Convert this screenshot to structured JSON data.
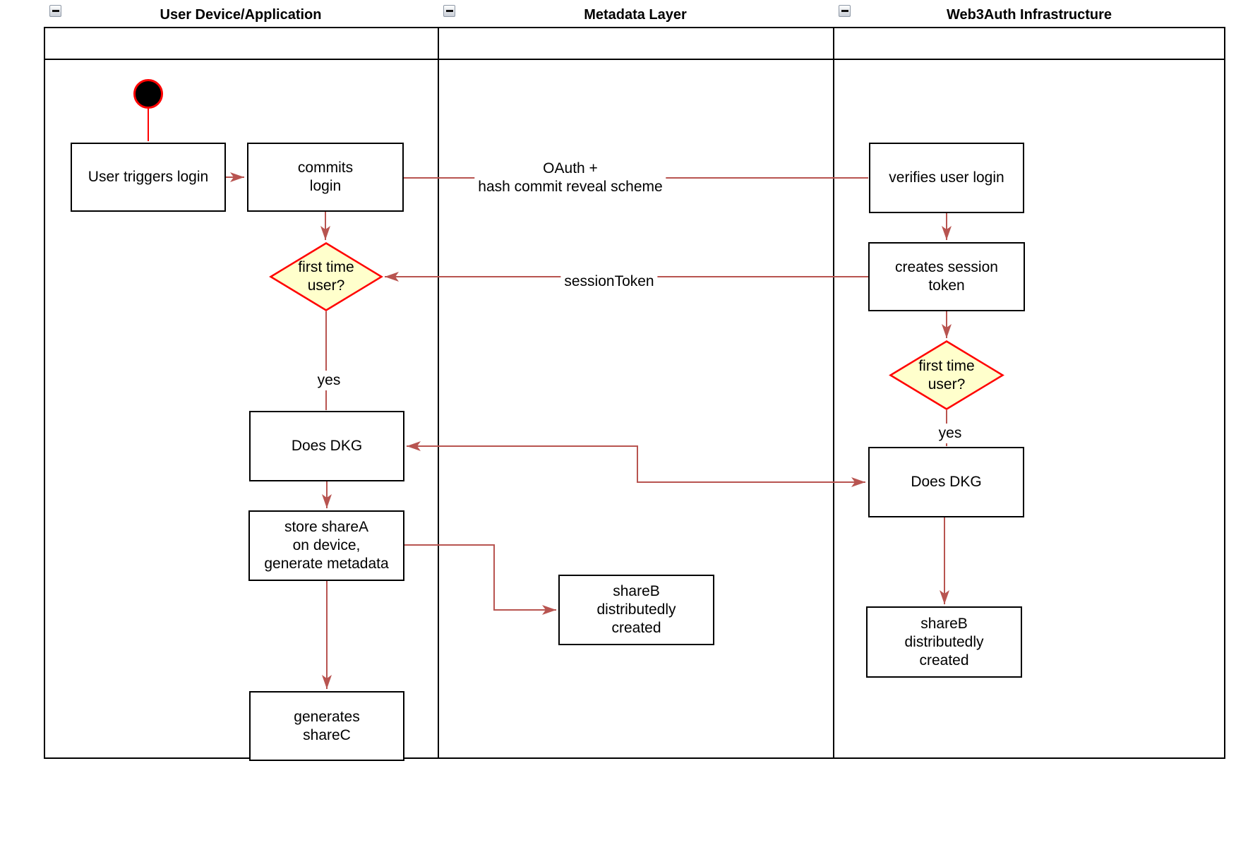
{
  "diagram": {
    "lanes": [
      {
        "title": "User Device/Application"
      },
      {
        "title": "Metadata Layer"
      },
      {
        "title": "Web3Auth Infrastructure"
      }
    ],
    "nodes": {
      "user_triggers_login": "User triggers login",
      "commits_login": "commits\nlogin",
      "first_time_user_device": "first time\nuser?",
      "does_dkg_device": "Does DKG",
      "store_sharea": "store shareA\non device,\ngenerate metadata",
      "generates_sharec": "generates\nshareC",
      "shareb_metadata": "shareB\ndistributedly\ncreated",
      "verifies_user_login": "verifies user login",
      "creates_session_token": "creates session\ntoken",
      "first_time_user_infra": "first time\nuser?",
      "does_dkg_infra": "Does DKG",
      "shareb_infra": "shareB\ndistributedly\ncreated"
    },
    "edge_labels": {
      "oauth": "OAuth +\nhash commit reveal scheme",
      "session_token": "sessionToken",
      "yes_device": "yes",
      "yes_infra": "yes"
    },
    "colors": {
      "connector": "#b85450",
      "start_accent": "#ff0000",
      "decision_fill": "#ffffcc",
      "decision_border": "#ff0000",
      "node_border": "#000000",
      "lane_border": "#000000",
      "text_color": "#000000"
    }
  }
}
